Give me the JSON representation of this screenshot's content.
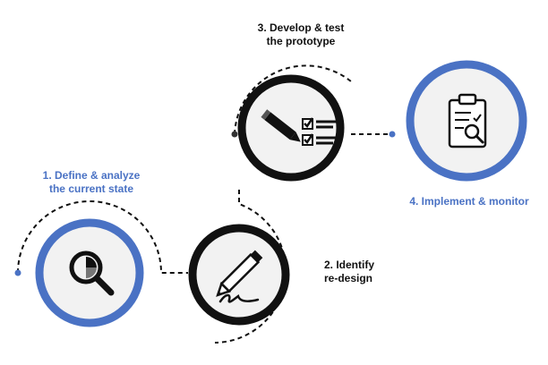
{
  "colors": {
    "accent_blue": "#4a72c4",
    "ring_dark": "#111111",
    "fill_grey": "#f2f2f2",
    "text_dark": "#111111"
  },
  "steps": [
    {
      "number": "1",
      "label_lines": [
        "1. Define & analyze",
        "the current state"
      ],
      "ring": "blue",
      "icon": "magnifier-pie-chart-icon"
    },
    {
      "number": "2",
      "label_lines": [
        "2. Identify",
        "re-design"
      ],
      "ring": "dark",
      "icon": "pencil-signature-icon"
    },
    {
      "number": "3",
      "label_lines": [
        "3. Develop & test",
        "the prototype"
      ],
      "ring": "dark",
      "icon": "pencil-checklist-icon"
    },
    {
      "number": "4",
      "label_lines": [
        "4. Implement & monitor"
      ],
      "ring": "blue",
      "icon": "clipboard-magnifier-icon"
    }
  ]
}
